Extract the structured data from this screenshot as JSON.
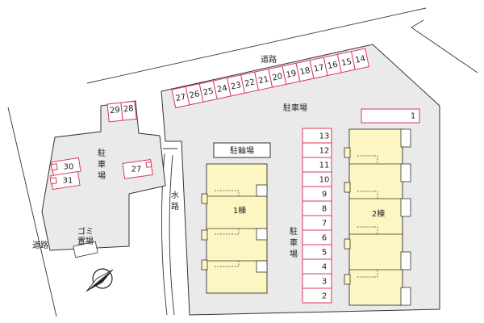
{
  "labels": {
    "road_top": "道路",
    "road_left": "道路",
    "canal": "水路",
    "parking_top": "駐車場",
    "parking_left": "駐車場",
    "parking_center": "駐車場",
    "bicycle_parking": "駐輪場",
    "garbage": "ゴミ置場",
    "building_1": "1棟",
    "building_2": "2棟"
  },
  "parking": {
    "top_row": [
      "27",
      "26",
      "25",
      "24",
      "23",
      "22",
      "21",
      "20",
      "19",
      "18",
      "17",
      "16",
      "15",
      "14"
    ],
    "column": [
      "13",
      "12",
      "11",
      "10",
      "9",
      "8",
      "7",
      "6",
      "5",
      "4",
      "3",
      "2"
    ],
    "single_right": "1",
    "north_pair": [
      "29",
      "28"
    ],
    "left_upper": "30",
    "left_lower": "31",
    "left_single": "27"
  },
  "compass": {
    "icon": "north-arrow-icon"
  },
  "colors": {
    "lot_outline": "#d83a5a",
    "building_fill": "#fdf6c2",
    "site_fill": "#eaeaea"
  }
}
